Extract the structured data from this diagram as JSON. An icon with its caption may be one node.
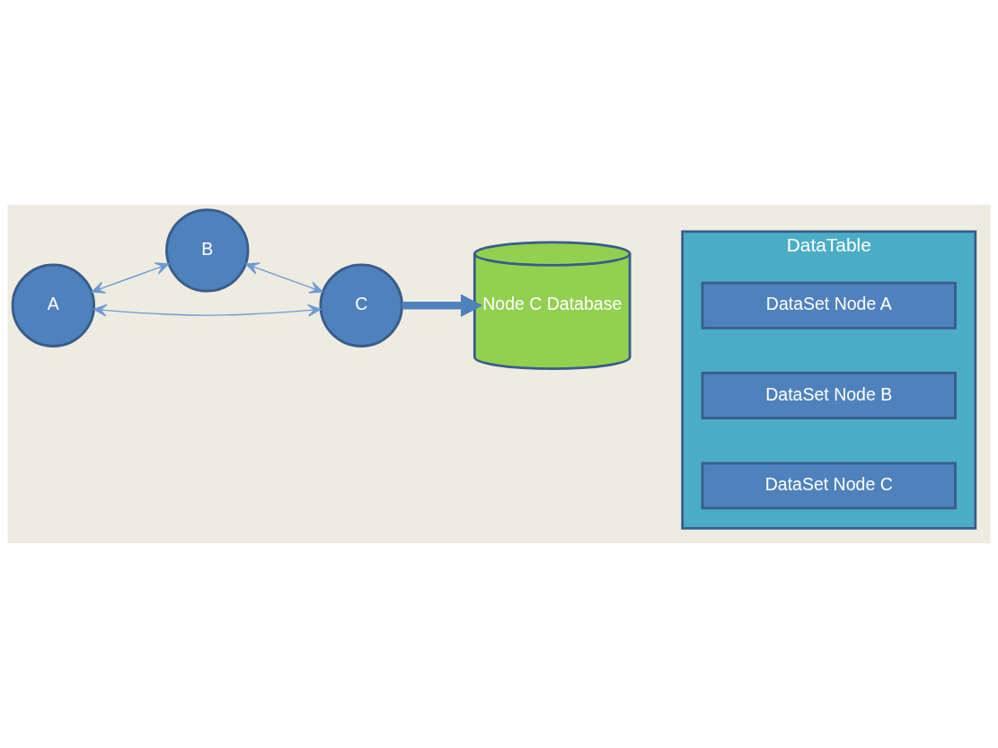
{
  "diagram": {
    "nodes": [
      {
        "text": [
          "A"
        ]
      },
      {
        "text": [
          "B"
        ]
      },
      {
        "text": [
          "C"
        ]
      },
      {
        "text": [
          "Node C Database"
        ]
      },
      {
        "text": [
          "DataTable"
        ]
      },
      {
        "text": [
          "DataSet Node A"
        ],
        "in": 4
      },
      {
        "text": [
          "DataSet Node B"
        ],
        "in": 4
      },
      {
        "text": [
          "DataSet Node C"
        ],
        "in": 4
      }
    ],
    "edges": [
      {
        "from": 0,
        "to": 1,
        "arrow": "both"
      },
      {
        "from": 0,
        "to": 2,
        "arrow": "both"
      },
      {
        "from": 1,
        "to": 2,
        "arrow": "both"
      },
      {
        "from": 2,
        "to": 3,
        "arrow": "to",
        "style": "thick",
        "color": "#4f81bd"
      }
    ]
  }
}
